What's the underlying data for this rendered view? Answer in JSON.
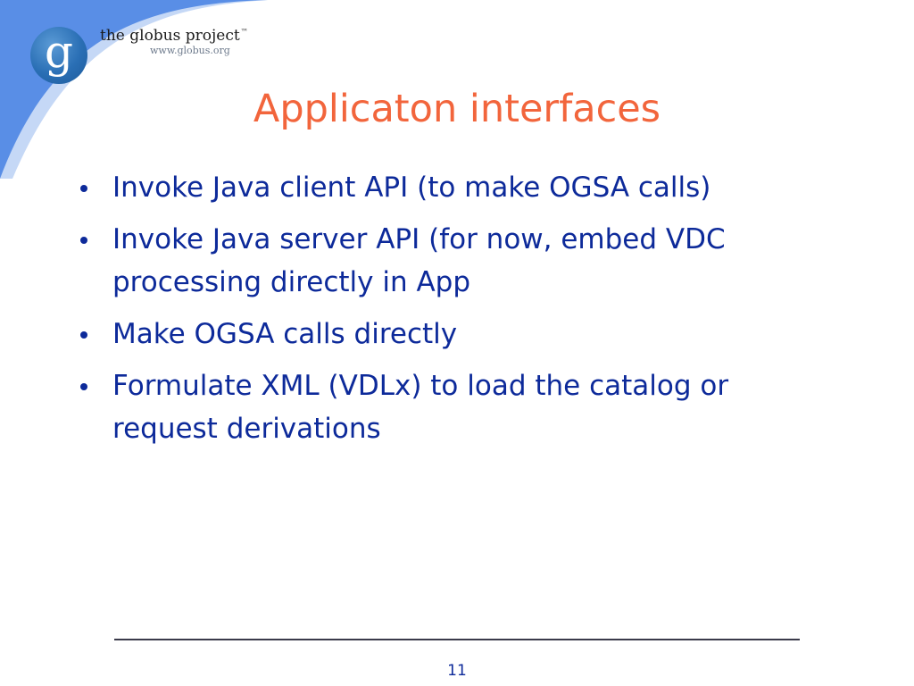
{
  "logo": {
    "name": "the globus project",
    "trademark": "™",
    "url": "www.globus.org",
    "letter": "g"
  },
  "slide": {
    "title": "Applicaton interfaces",
    "bullets": [
      "Invoke Java client API (to make OGSA calls)",
      "Invoke Java server API (for now, embed VDC processing directly in App",
      "Make OGSA calls directly",
      "Formulate XML (VDLx) to load the catalog or request derivations"
    ],
    "page_number": "11"
  },
  "colors": {
    "title": "#f2653c",
    "body_text": "#0d2a9a",
    "swoosh": "#5a8ee6",
    "logo_circle": "#2a6fb5"
  }
}
